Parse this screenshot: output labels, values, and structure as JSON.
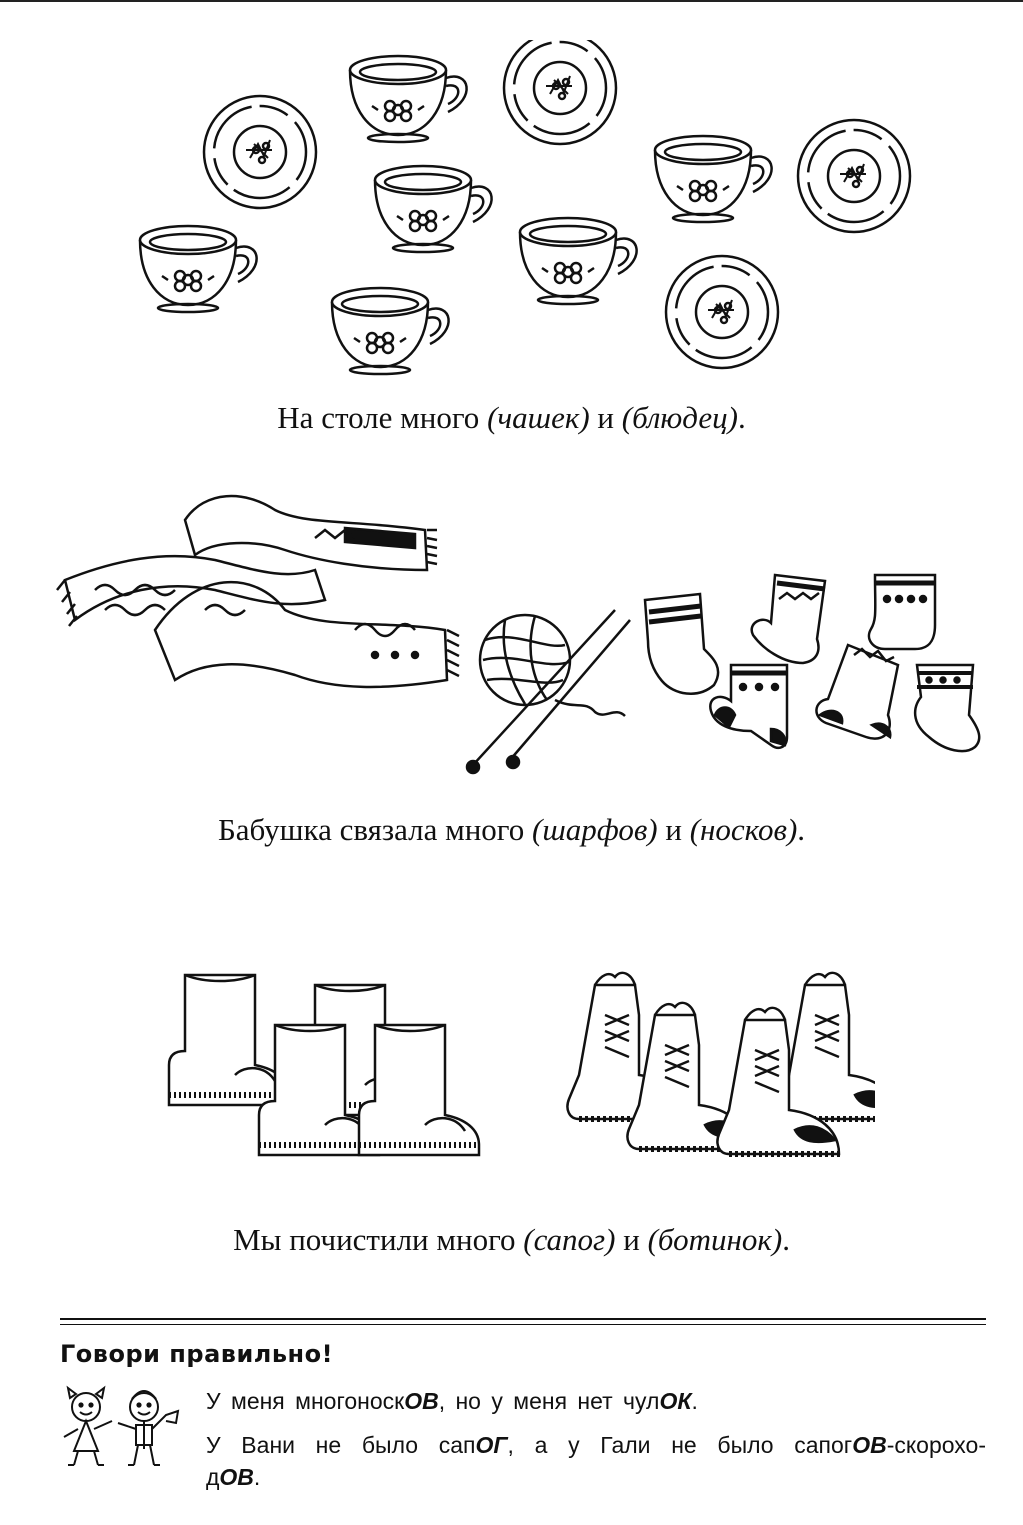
{
  "sections": [
    {
      "caption": {
        "lead": "На столе много ",
        "word1": "(чашек)",
        "mid": " и ",
        "word2": "(блюдец)",
        "end": "."
      }
    },
    {
      "caption": {
        "lead": "Бабушка связала много ",
        "word1": "(шарфов)",
        "mid": " и ",
        "word2": "(носков)",
        "end": "."
      }
    },
    {
      "caption": {
        "lead": "Мы почистили много ",
        "word1": "(сапог)",
        "mid": " и ",
        "word2": "(ботинок)",
        "end": "."
      }
    }
  ],
  "tip": {
    "heading": "Говори правильно!",
    "line1": {
      "a": "У меня многоноск",
      "b": "ОВ",
      "c": ", но у меня нет чул",
      "d": "ОК",
      "e": "."
    },
    "line2": {
      "a": "У Вани не было сап",
      "b": "ОГ",
      "c": ", а у Гали не было сапог",
      "d": "ОВ",
      "e": "-скорохо-",
      "f": "д",
      "g": "ОВ",
      "h": "."
    }
  },
  "icons": [
    "teacup-icon",
    "saucer-icon",
    "scarf-icon",
    "yarn-ball-icon",
    "knitting-needles-icon",
    "sock-icon",
    "felt-boot-icon",
    "laced-boot-icon",
    "children-icon"
  ]
}
